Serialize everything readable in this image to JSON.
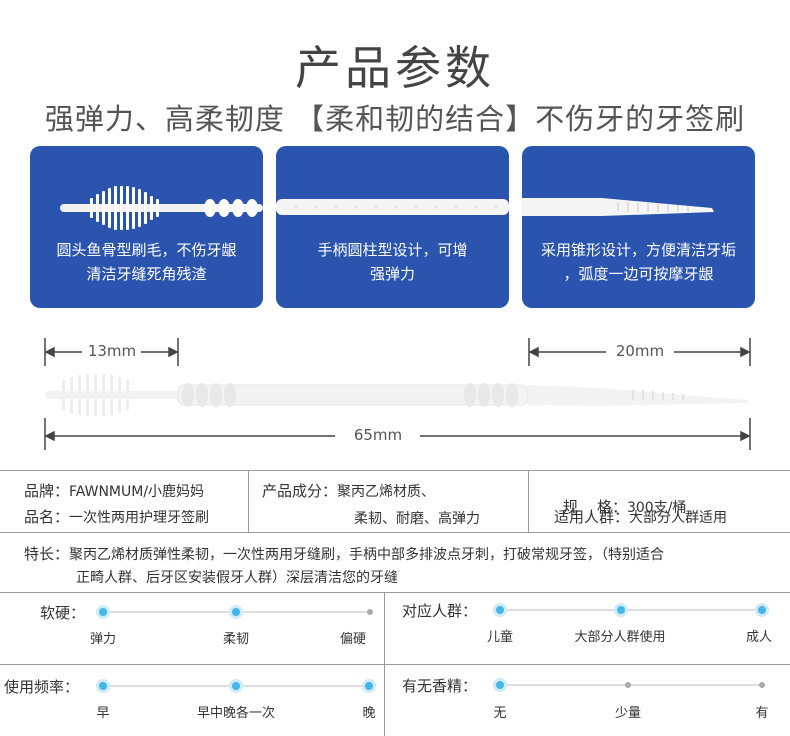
{
  "header": {
    "title": "产品参数",
    "subtitle": "强弹力、高柔韧度 【柔和韧的结合】不伤牙的牙签刷"
  },
  "cards": [
    {
      "line1": "圆头鱼骨型刷毛，不伤牙龈",
      "line2": "清洁牙缝死角残渣"
    },
    {
      "line1": "手柄圆柱型设计，可增",
      "line2": "强弹力"
    },
    {
      "line1": "采用锥形设计，方便清洁牙垢",
      "line2": "，弧度一边可按摩牙龈"
    }
  ],
  "dimensions": {
    "head": "13mm",
    "tip": "20mm",
    "total": "65mm"
  },
  "specs": {
    "brand_label": "品牌：",
    "brand_value": "FAWNMUM/小鹿妈妈",
    "name_label": "品名：",
    "name_value": "一次性两用护理牙签刷",
    "material_label": "产品成分：",
    "material_value1": "聚丙乙烯材质、",
    "material_value2": "柔韧、耐磨、高弹力",
    "spec_label": "规    格：",
    "spec_value": "300支/桶",
    "audience_label": "适用人群：",
    "audience_value": "大部分人群适用"
  },
  "features": {
    "label": "特长：",
    "line1": "聚丙乙烯材质弹性柔韧，一次性两用牙缝刷，手柄中部多排波点牙刺，打破常规牙签，（特别适合",
    "line2": "正畸人群、后牙区安装假牙人群）深层清洁您的牙缝"
  },
  "ratings": {
    "hardness": {
      "label": "软硬：",
      "options": [
        "弹力",
        "柔韧",
        "偏硬"
      ],
      "active": [
        true,
        true,
        false
      ]
    },
    "audience": {
      "label": "对应人群：",
      "options": [
        "儿童",
        "大部分人群使用",
        "成人"
      ],
      "active": [
        true,
        true,
        true
      ]
    },
    "frequency": {
      "label": "使用频率：",
      "options": [
        "早",
        "早中晚各一次",
        "晚"
      ],
      "active": [
        true,
        true,
        true
      ]
    },
    "fragrance": {
      "label": "有无香精：",
      "options": [
        "无",
        "少量",
        "有"
      ],
      "active": [
        true,
        false,
        false
      ]
    }
  },
  "colors": {
    "card_blue": "#2a54ad",
    "dot_active": "#45b6e8",
    "dot_inactive": "#aaaaaa"
  }
}
